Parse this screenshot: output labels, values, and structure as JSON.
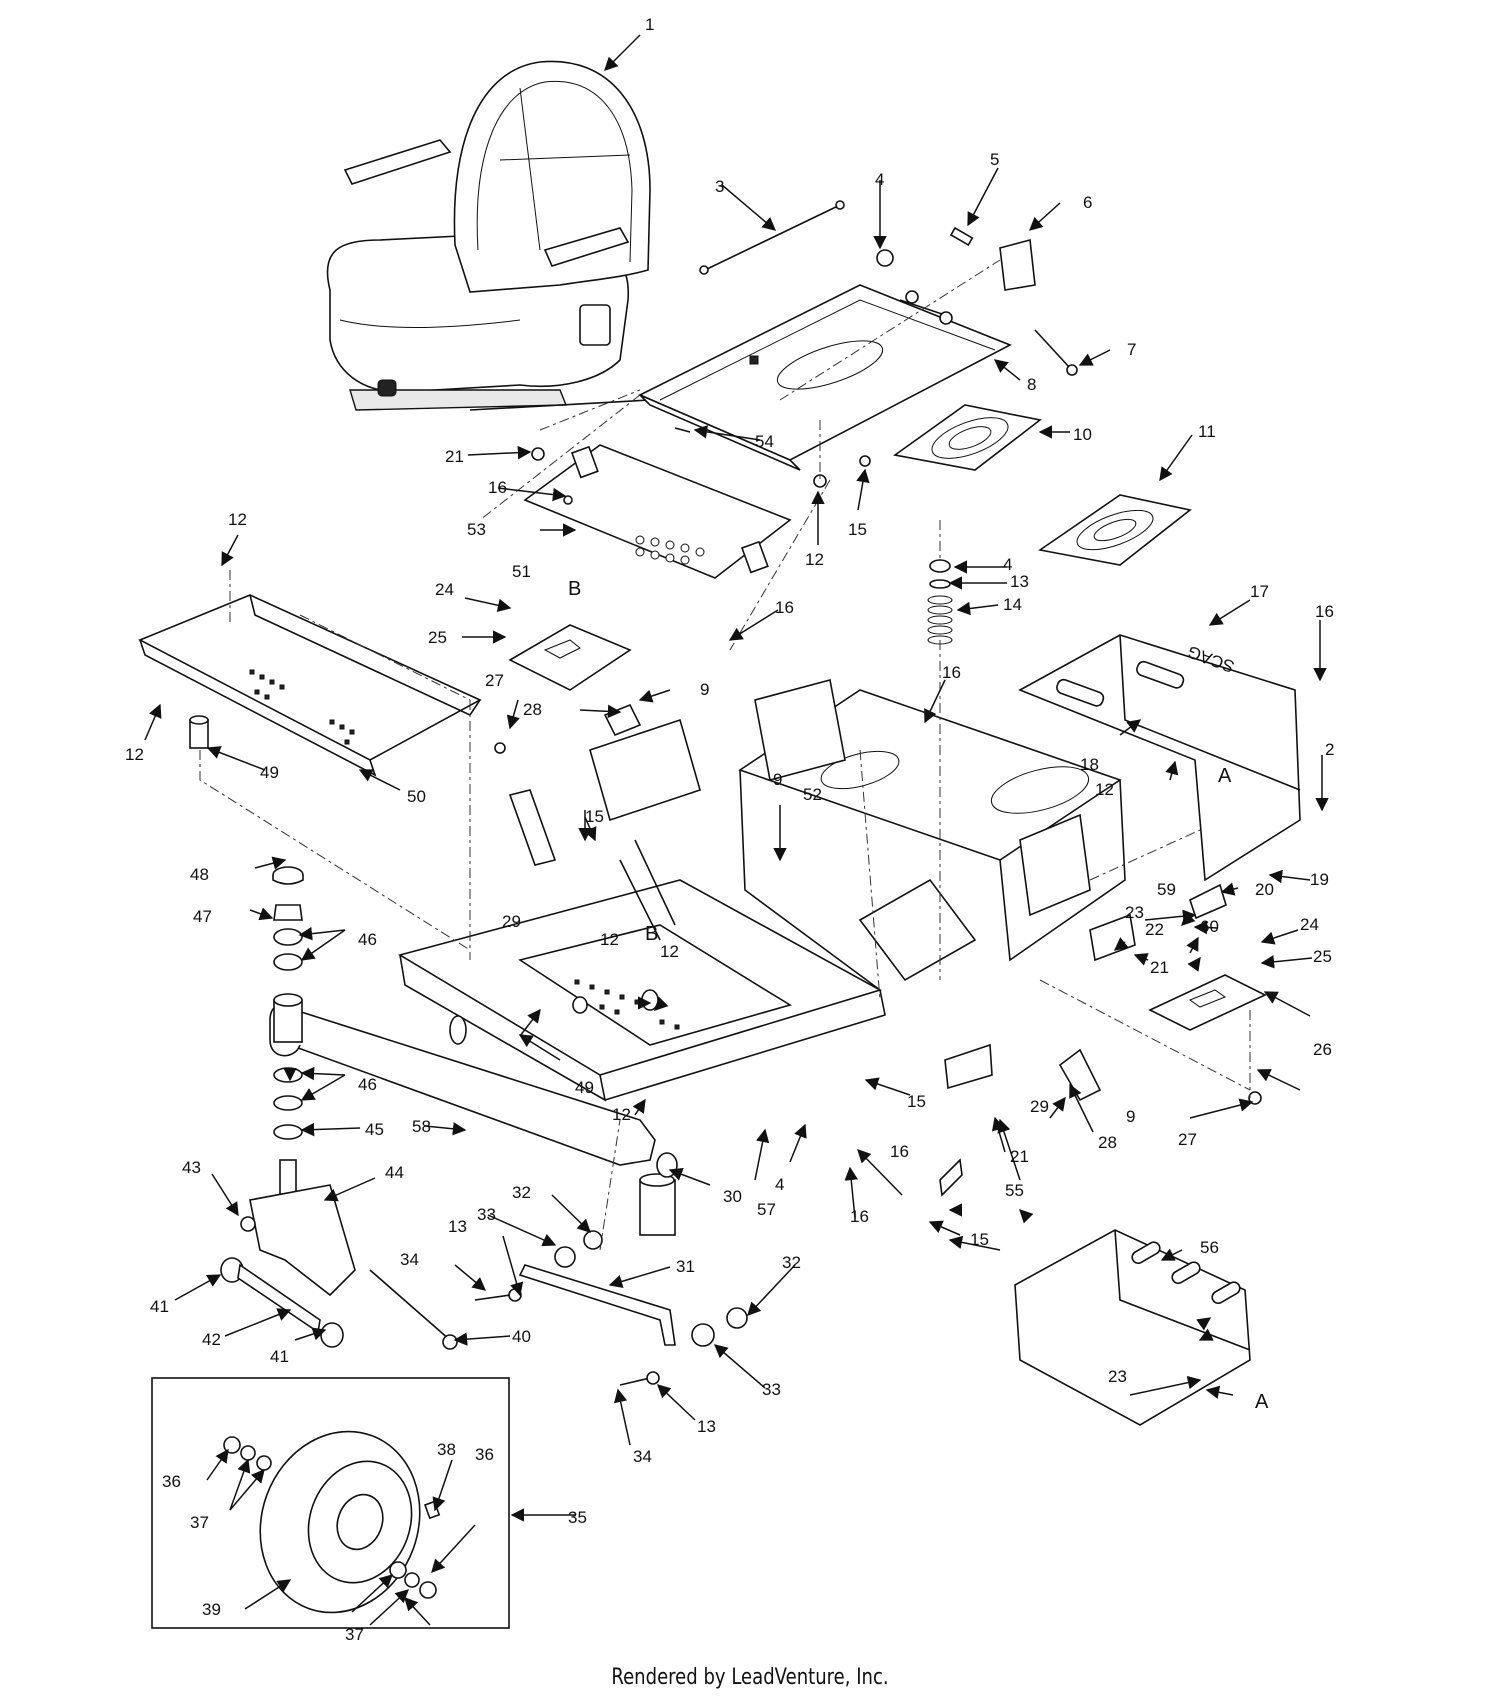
{
  "callouts": [
    {
      "id": "c1",
      "text": "1"
    },
    {
      "id": "c2",
      "text": "2"
    },
    {
      "id": "c3",
      "text": "3"
    },
    {
      "id": "c4a",
      "text": "4"
    },
    {
      "id": "c4b",
      "text": "4"
    },
    {
      "id": "c4c",
      "text": "4"
    },
    {
      "id": "c5",
      "text": "5"
    },
    {
      "id": "c6",
      "text": "6"
    },
    {
      "id": "c7",
      "text": "7"
    },
    {
      "id": "c8",
      "text": "8"
    },
    {
      "id": "c9a",
      "text": "9"
    },
    {
      "id": "c9b",
      "text": "9"
    },
    {
      "id": "c9c",
      "text": "9"
    },
    {
      "id": "c10",
      "text": "10"
    },
    {
      "id": "c11",
      "text": "11"
    },
    {
      "id": "c12a",
      "text": "12"
    },
    {
      "id": "c12b",
      "text": "12"
    },
    {
      "id": "c12c",
      "text": "12"
    },
    {
      "id": "c12d",
      "text": "12"
    },
    {
      "id": "c12e",
      "text": "12"
    },
    {
      "id": "c12f",
      "text": "12"
    },
    {
      "id": "c12g",
      "text": "12"
    },
    {
      "id": "c13a",
      "text": "13"
    },
    {
      "id": "c13b",
      "text": "13"
    },
    {
      "id": "c13c",
      "text": "13"
    },
    {
      "id": "c14",
      "text": "14"
    },
    {
      "id": "c15a",
      "text": "15"
    },
    {
      "id": "c15b",
      "text": "15"
    },
    {
      "id": "c15c",
      "text": "15"
    },
    {
      "id": "c15d",
      "text": "15"
    },
    {
      "id": "c16a",
      "text": "16"
    },
    {
      "id": "c16b",
      "text": "16"
    },
    {
      "id": "c16c",
      "text": "16"
    },
    {
      "id": "c16d",
      "text": "16"
    },
    {
      "id": "c16e",
      "text": "16"
    },
    {
      "id": "c16f",
      "text": "16"
    },
    {
      "id": "c17",
      "text": "17"
    },
    {
      "id": "c18",
      "text": "18"
    },
    {
      "id": "c19",
      "text": "19"
    },
    {
      "id": "c20",
      "text": "20"
    },
    {
      "id": "c21a",
      "text": "21"
    },
    {
      "id": "c21b",
      "text": "21"
    },
    {
      "id": "c21c",
      "text": "21"
    },
    {
      "id": "c22",
      "text": "22"
    },
    {
      "id": "c23a",
      "text": "23"
    },
    {
      "id": "c23b",
      "text": "23"
    },
    {
      "id": "c24a",
      "text": "24"
    },
    {
      "id": "c24b",
      "text": "24"
    },
    {
      "id": "c25a",
      "text": "25"
    },
    {
      "id": "c25b",
      "text": "25"
    },
    {
      "id": "c26",
      "text": "26"
    },
    {
      "id": "c27a",
      "text": "27"
    },
    {
      "id": "c27b",
      "text": "27"
    },
    {
      "id": "c28a",
      "text": "28"
    },
    {
      "id": "c28b",
      "text": "28"
    },
    {
      "id": "c29a",
      "text": "29"
    },
    {
      "id": "c29b",
      "text": "29"
    },
    {
      "id": "c30",
      "text": "30"
    },
    {
      "id": "c31",
      "text": "31"
    },
    {
      "id": "c32a",
      "text": "32"
    },
    {
      "id": "c32b",
      "text": "32"
    },
    {
      "id": "c33a",
      "text": "33"
    },
    {
      "id": "c33b",
      "text": "33"
    },
    {
      "id": "c34a",
      "text": "34"
    },
    {
      "id": "c34b",
      "text": "34"
    },
    {
      "id": "c35",
      "text": "35"
    },
    {
      "id": "c36a",
      "text": "36"
    },
    {
      "id": "c36b",
      "text": "36"
    },
    {
      "id": "c37a",
      "text": "37"
    },
    {
      "id": "c37b",
      "text": "37"
    },
    {
      "id": "c38",
      "text": "38"
    },
    {
      "id": "c39",
      "text": "39"
    },
    {
      "id": "c40",
      "text": "40"
    },
    {
      "id": "c41a",
      "text": "41"
    },
    {
      "id": "c41b",
      "text": "41"
    },
    {
      "id": "c42",
      "text": "42"
    },
    {
      "id": "c43",
      "text": "43"
    },
    {
      "id": "c44",
      "text": "44"
    },
    {
      "id": "c45",
      "text": "45"
    },
    {
      "id": "c46a",
      "text": "46"
    },
    {
      "id": "c46b",
      "text": "46"
    },
    {
      "id": "c47",
      "text": "47"
    },
    {
      "id": "c48",
      "text": "48"
    },
    {
      "id": "c49a",
      "text": "49"
    },
    {
      "id": "c49b",
      "text": "49"
    },
    {
      "id": "c50",
      "text": "50"
    },
    {
      "id": "c51",
      "text": "51"
    },
    {
      "id": "c52",
      "text": "52"
    },
    {
      "id": "c53",
      "text": "53"
    },
    {
      "id": "c54",
      "text": "54"
    },
    {
      "id": "c55",
      "text": "55"
    },
    {
      "id": "c56",
      "text": "56"
    },
    {
      "id": "c57",
      "text": "57"
    },
    {
      "id": "c58",
      "text": "58"
    },
    {
      "id": "c59",
      "text": "59"
    },
    {
      "id": "c60",
      "text": "60"
    },
    {
      "id": "cA1",
      "text": "A"
    },
    {
      "id": "cA2",
      "text": "A"
    },
    {
      "id": "cB1",
      "text": "B"
    },
    {
      "id": "cB2",
      "text": "B"
    }
  ],
  "brand_text": "SCAG",
  "footer": "Rendered by LeadVenture, Inc."
}
